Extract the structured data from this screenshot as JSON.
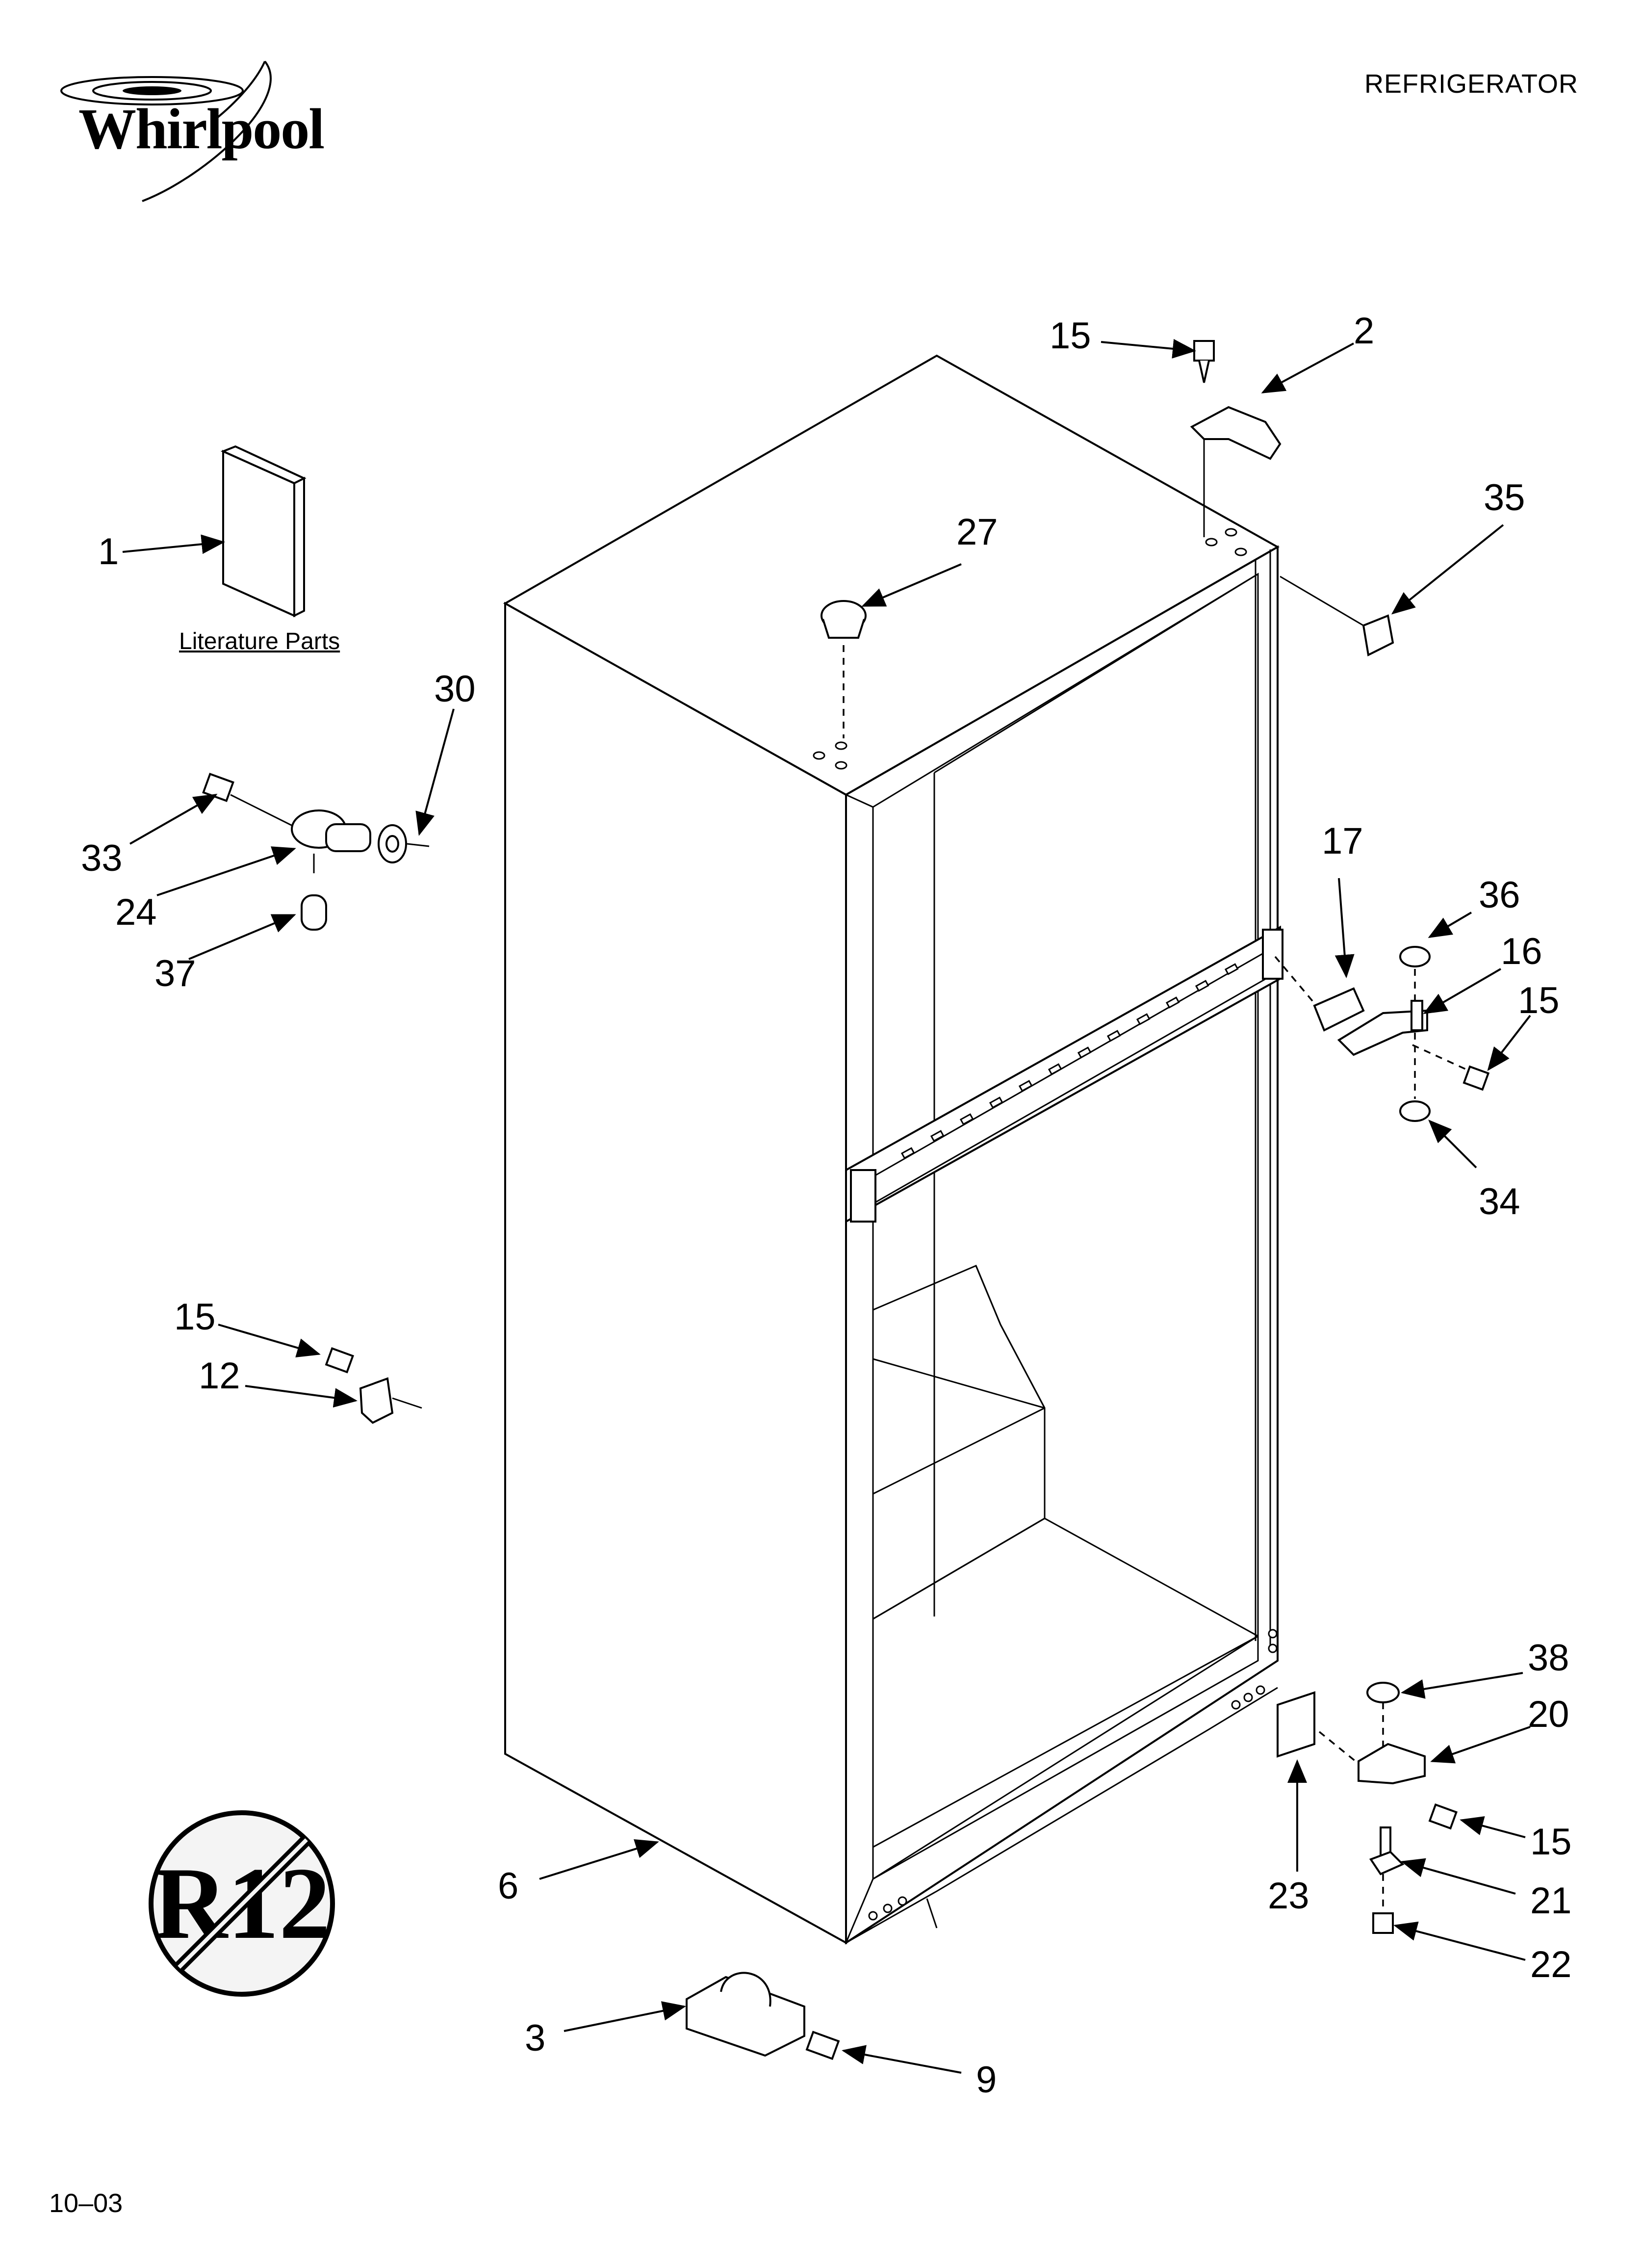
{
  "header": {
    "brand": "Whirlpool",
    "document_title": "REFRIGERATOR",
    "document_code": "10–03"
  },
  "literature_label": "Literature Parts",
  "r12_seal_text": "R12",
  "callouts": {
    "p1": "1",
    "p2": "2",
    "p3": "3",
    "p6": "6",
    "p9": "9",
    "p12": "12",
    "p15_top": "15",
    "p15_hinge": "15",
    "p15_left": "15",
    "p15_bottom": "15",
    "p16": "16",
    "p17": "17",
    "p20": "20",
    "p21": "21",
    "p22": "22",
    "p23": "23",
    "p24": "24",
    "p27": "27",
    "p30": "30",
    "p33": "33",
    "p34": "34",
    "p35": "35",
    "p36": "36",
    "p37": "37",
    "p38": "38"
  }
}
